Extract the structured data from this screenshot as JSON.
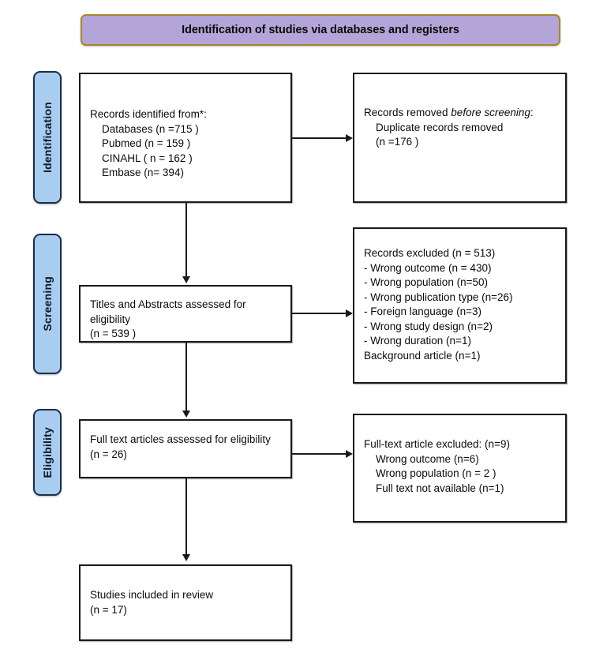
{
  "header": {
    "title": "Identification of studies via databases and registers",
    "fill_color": "#b3a5d8",
    "border_color": "#a8862a"
  },
  "stages": {
    "fill_color": "#a8cdf0",
    "border_color": "#1c2e4a",
    "identification": "Identification",
    "screening": "Screening",
    "eligibility": "Eligibility"
  },
  "boxes": {
    "records_identified": {
      "title": "Records identified from*:",
      "lines": [
        "Databases (n =715 )",
        "Pubmed (n = 159 )",
        "CINAHL ( n = 162 )",
        "Embase (n= 394)"
      ],
      "text": "Records identified from*:\n    Databases (n =715 )\n    Pubmed (n = 159 )\n    CINAHL ( n = 162 )\n    Embase (n= 394)"
    },
    "records_removed": {
      "title_prefix": "Records removed ",
      "title_emphasis": "before screening",
      "title_suffix": ":",
      "lines": [
        "Duplicate records removed",
        "(n =176 )"
      ],
      "text_tail": "\n    Duplicate records removed\n    (n =176 )"
    },
    "titles_abstracts": {
      "text": "Titles and Abstracts assessed for eligibility\n(n = 539 )",
      "label": "Titles and Abstracts assessed for eligibility",
      "count": "(n = 539 )"
    },
    "records_excluded": {
      "title": "Records excluded (n = 513)",
      "lines": [
        "- Wrong outcome (n = 430)",
        "- Wrong population (n=50)",
        "- Wrong publication type (n=26)",
        "- Foreign language (n=3)",
        "- Wrong study design (n=2)",
        "- Wrong duration (n=1)",
        "Background article (n=1)"
      ],
      "text": "Records excluded (n = 513)\n- Wrong outcome (n = 430)\n- Wrong population (n=50)\n- Wrong publication type (n=26)\n- Foreign language (n=3)\n- Wrong study design (n=2)\n- Wrong duration (n=1)\nBackground article (n=1)"
    },
    "full_text_assessed": {
      "text": "Full text articles assessed for eligibility\n(n = 26)",
      "label": "Full text articles assessed for eligibility",
      "count": "(n = 26)"
    },
    "full_text_excluded": {
      "title": "Full-text article excluded: (n=9)",
      "lines": [
        "Wrong outcome (n=6)",
        "Wrong population (n = 2 )",
        "Full text not available (n=1)"
      ],
      "text": "Full-text article excluded: (n=9)\n    Wrong outcome (n=6)\n    Wrong population (n = 2 )\n    Full text not available (n=1)"
    },
    "studies_included": {
      "text": "Studies included in review\n(n = 17)",
      "label": "Studies included in review",
      "count": "(n = 17)"
    }
  }
}
